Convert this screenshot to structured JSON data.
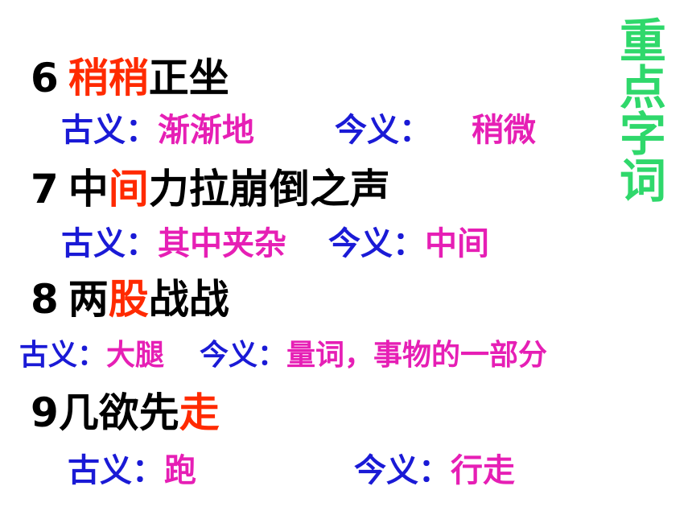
{
  "side_title": [
    "重",
    "点",
    "字",
    "词"
  ],
  "items": [
    {
      "number": "6",
      "before": "",
      "key": "稍稍",
      "after": "正坐",
      "ancient_label": "古义：",
      "ancient_value": "渐渐地",
      "modern_label": "今义：",
      "modern_value": "稍微"
    },
    {
      "number": "7",
      "before": "中",
      "key": "间",
      "after": "力拉崩倒之声",
      "ancient_label": "古义：",
      "ancient_value": "其中夹杂",
      "modern_label": "今义：",
      "modern_value": "中间"
    },
    {
      "number": "8",
      "before": "两",
      "key": "股",
      "after": "战战",
      "ancient_label": "古义：",
      "ancient_value": "大腿",
      "modern_label": "今义：",
      "modern_value": "量词，事物的一部分"
    },
    {
      "number": "9",
      "before": "几欲先",
      "key": "走",
      "after": "",
      "ancient_label": "古义：",
      "ancient_value": "跑",
      "modern_label": "今义：",
      "modern_value": "行走"
    }
  ],
  "colors": {
    "headline": "#000000",
    "key_word": "#ff2a00",
    "label": "#1a1ad6",
    "value": "#e61fb5",
    "side_title": "#2fd86b"
  }
}
